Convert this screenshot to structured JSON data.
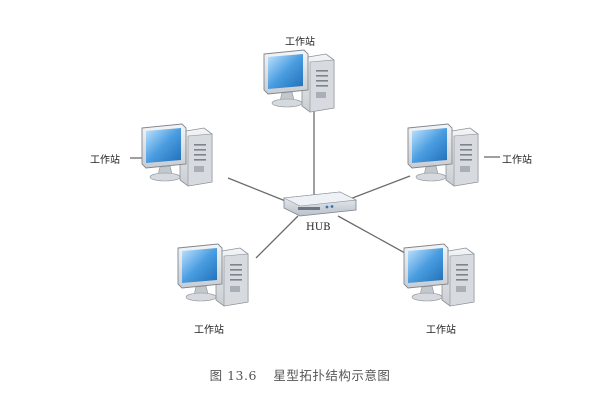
{
  "diagram": {
    "hub": {
      "label": "HUB"
    },
    "workstations": [
      {
        "label": "工作站"
      },
      {
        "label": "工作站"
      },
      {
        "label": "工作站"
      },
      {
        "label": "工作站"
      },
      {
        "label": "工作站"
      }
    ]
  },
  "caption": {
    "number": "图 13.6",
    "title": "星型拓扑结构示意图"
  },
  "colors": {
    "screen": "#3d8fd6",
    "body": "#e6e8ea",
    "line": "#6b6b6b"
  }
}
